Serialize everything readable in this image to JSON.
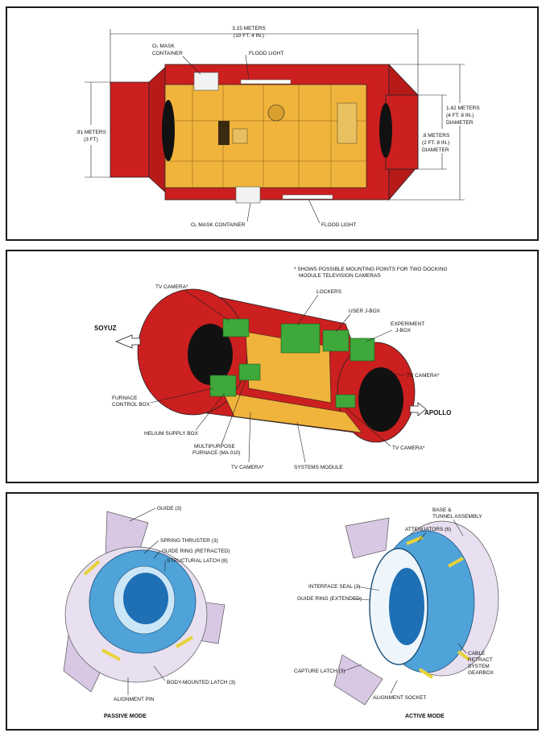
{
  "top_view": {
    "overall_length": "3.15 METERS",
    "overall_length_ft": "(10 FT. 4 IN.)",
    "end_height": ".91 METERS",
    "end_height_ft": "(3 FT)",
    "outer_diameter": "1.42 METERS",
    "outer_diameter_ft": "(4 FT. 8 IN.)",
    "outer_diameter_word": "DIAMETER",
    "inner_diameter": ".8 METERS",
    "inner_diameter_ft": "(2 FT. 8 IN.)",
    "inner_diameter_word": "DIAMETER",
    "o2_mask_top_line1": "O₂ MASK",
    "o2_mask_top_line2": "CONTAINER",
    "flood_light_top": "FLOOD LIGHT",
    "o2_mask_bottom": "O₂ MASK CONTAINER",
    "flood_light_bottom": "FLOOD LIGHT"
  },
  "module_view": {
    "footnote_line1": "* SHOWS POSSIBLE MOUNTING POINTS FOR TWO DOCKING",
    "footnote_line2": "MODULE TELEVISION CAMERAS",
    "tv_camera_top": "TV CAMERA*",
    "lockers": "LOCKERS",
    "user_jbox": "USER J-BOX",
    "experiment_jbox_1": "EXPERIMENT",
    "experiment_jbox_2": "J-BOX",
    "tv_camera_right": "TV CAMERA*",
    "soyuz": "SOYUZ",
    "apollo": "APOLLO",
    "furnace_control_1": "FURNACE",
    "furnace_control_2": "CONTROL BOX",
    "helium_supply": "HELIUM SUPPLY BOX",
    "multipurpose_1": "MULTIPURPOSE",
    "multipurpose_2": "FURNACE (MA 010)",
    "tv_camera_bottom": "TV CAMERA*",
    "systems_module": "SYSTEMS MODULE",
    "tv_camera_lower_right": "TV CAMERA*"
  },
  "docking_view": {
    "guide": "GUIDE (3)",
    "spring_thruster": "SPRING THRUSTER (3)",
    "guide_ring_retracted": "GUIDE RING (RETRACTED)",
    "structural_latch": "STRUCTURAL LATCH (8)",
    "alignment_pin": "ALIGNMENT PIN",
    "body_mounted_latch": "BODY-MOUNTED LATCH (3)",
    "passive_mode": "PASSIVE MODE",
    "base_tunnel_1": "BASE &",
    "base_tunnel_2": "TUNNEL ASSEMBLY",
    "attenuators": "ATTENUATORS (6)",
    "interface_seal": "INTERFACE SEAL (2)",
    "guide_ring_extended": "GUIDE RING (EXTENDED)",
    "capture_latch": "CAPTURE LATCH (3)",
    "alignment_socket": "ALIGNMENT SOCKET",
    "cable_retract_1": "CABLE",
    "cable_retract_2": "RETRACT",
    "cable_retract_3": "SYSTEM",
    "cable_retract_4": "GEARBOX",
    "active_mode": "ACTIVE MODE"
  },
  "colors": {
    "module_red": "#cc1f1f",
    "panel_yellow": "#f0b43c",
    "equipment_green": "#3fa83a",
    "mechanism_blue": "#4fa3d9",
    "guide_lavender": "#d8c8e4",
    "attenuator_yellow": "#e8d23a"
  }
}
